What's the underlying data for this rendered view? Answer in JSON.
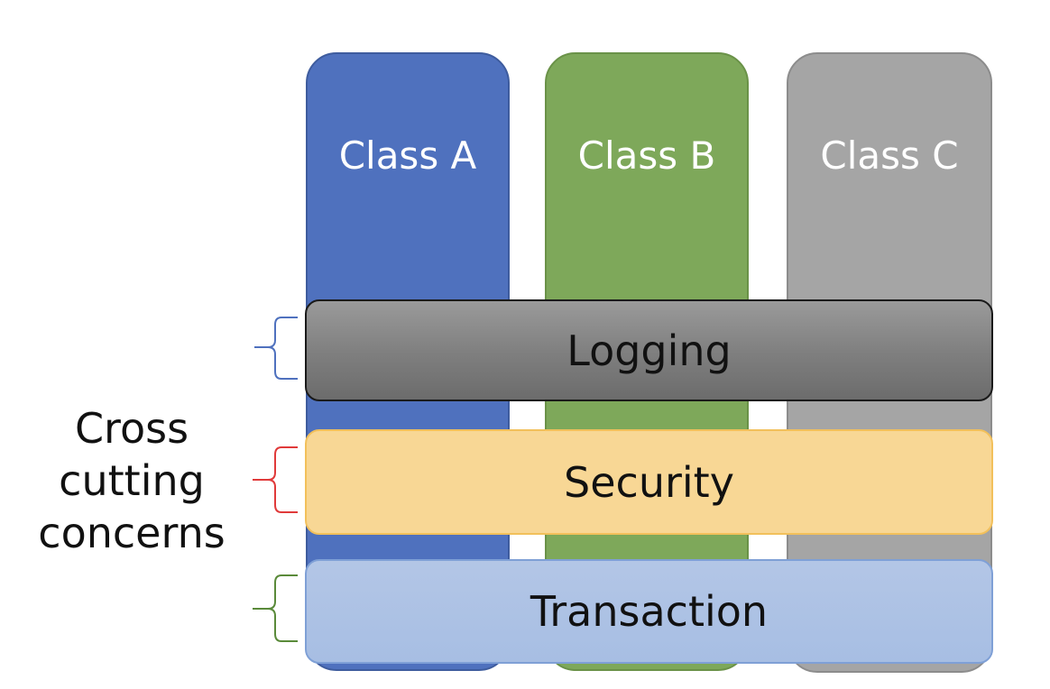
{
  "diagram": {
    "classes": [
      {
        "label": "Class A",
        "color": "#4f71be"
      },
      {
        "label": "Class B",
        "color": "#7ea85a"
      },
      {
        "label": "Class C",
        "color": "#a5a5a5"
      }
    ],
    "concerns": [
      {
        "label": "Logging",
        "fill": "#8a8a8a",
        "brace_color": "#4f71be"
      },
      {
        "label": "Security",
        "fill": "#f8d795",
        "brace_color": "#e03a3a"
      },
      {
        "label": "Transaction",
        "fill": "#adc2e4",
        "brace_color": "#5a8a3a"
      }
    ],
    "side_label": {
      "lines": [
        "Cross",
        "cutting",
        "concerns"
      ]
    }
  }
}
